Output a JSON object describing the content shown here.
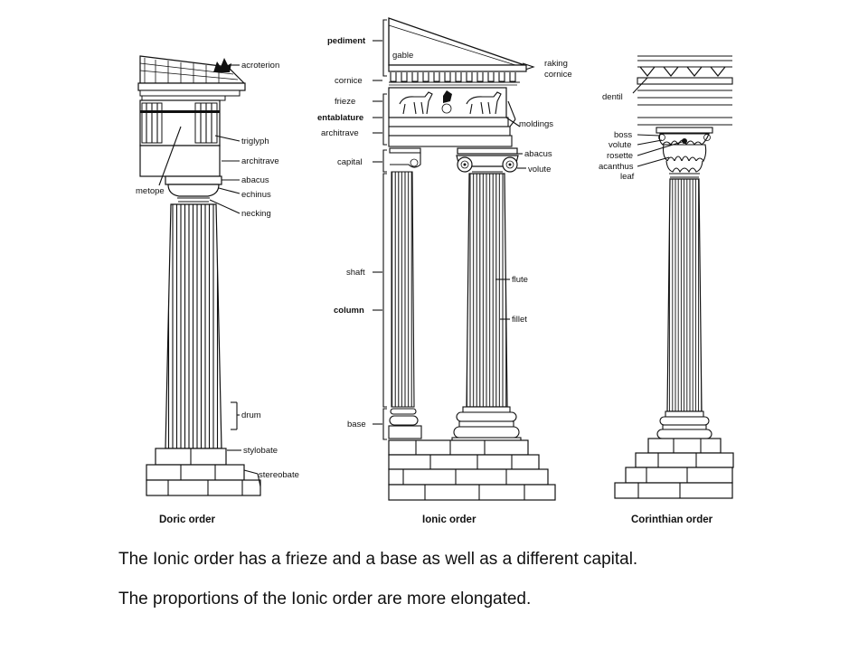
{
  "doric": {
    "title": "Doric order",
    "labels": {
      "acroterion": "acroterion",
      "triglyph": "triglyph",
      "architrave": "architrave",
      "abacus": "abacus",
      "echinus": "echinus",
      "necking": "necking",
      "metope": "metope",
      "drum": "drum",
      "stylobate": "stylobate",
      "stereobate": "stereobate"
    }
  },
  "ionic": {
    "title": "Ionic order",
    "labels": {
      "pediment": "pediment",
      "gable": "gable",
      "raking_cornice": [
        "raking",
        "cornice"
      ],
      "cornice": "cornice",
      "frieze": "frieze",
      "entablature": "entablature",
      "architrave": "architrave",
      "moldings": "moldings",
      "capital": "capital",
      "abacus": "abacus",
      "volute": "volute",
      "shaft": "shaft",
      "column": "column",
      "flute": "flute",
      "fillet": "fillet",
      "base": "base"
    }
  },
  "corinthian": {
    "title": "Corinthian order",
    "labels": {
      "dentil": "dentil",
      "boss": "boss",
      "volute": "volute",
      "rosette": "rosette",
      "acanthus_leaf": [
        "acanthus",
        "leaf"
      ]
    }
  },
  "captions": [
    "The Ionic order has a frieze and a base as well as a different capital.",
    "The proportions of the Ionic order are more elongated."
  ]
}
